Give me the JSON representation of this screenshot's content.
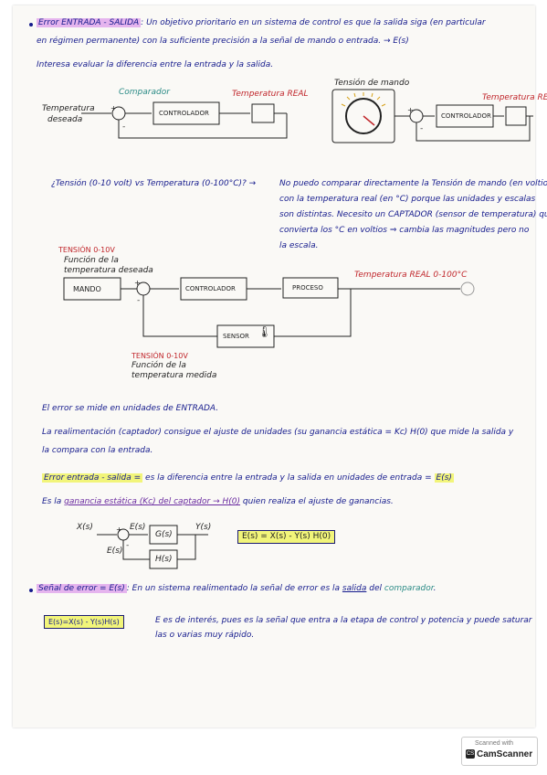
{
  "colors": {
    "ink": "#141a8c",
    "red": "#c0262b",
    "teal": "#2b8b86",
    "purple_highlight": "#e5b4ee",
    "yellow_highlight": "#f2f57a"
  },
  "intro": {
    "term": "Error ENTRADA - SALIDA",
    "line1": ": Un objetivo prioritario en un sistema de control es que la salida siga (en particular",
    "line2": "en régimen permanente) con la suficiente precisión a la señal de mando o entrada. → E(s)",
    "line3": "Interesa evaluar la diferencia entre la entrada y la salida."
  },
  "diagram1": {
    "input_label_1": "Temperatura",
    "input_label_2": "deseada",
    "comparator": "Comparador",
    "controller": "CONTROLADOR",
    "output": "Temperatura REAL",
    "plus": "+",
    "minus": "-"
  },
  "diagram2": {
    "knob_label": "Tensión de mando",
    "controller": "CONTROLADOR",
    "output": "Temperatura REAL",
    "plus": "+",
    "minus": "-"
  },
  "question": {
    "line1_left": "¿Tensión (0-10 volt) vs Temperatura (0-100°C)? →",
    "line1_right": "No puedo comparar directamente la Tensión de mando (en voltios)",
    "line2": "con la temperatura real (en °C) porque las unidades y escalas",
    "line3": "son distintas. Necesito un CAPTADOR (sensor de temperatura) que",
    "line4": "convierta los °C en voltios ⇒ cambia las magnitudes pero no",
    "line5": "la escala."
  },
  "diagram3": {
    "tension_top": "TENSIÓN 0-10V",
    "func1": "Función de la",
    "func2": "temperatura deseada",
    "mando": "MANDO",
    "controller": "CONTROLADOR",
    "process": "PROCESO",
    "output": "Temperatura REAL 0-100°C",
    "sensor": "SENSOR",
    "tension_bottom": "TENSIÓN 0-10V",
    "func3": "Función de la",
    "func4": "temperatura medida",
    "plus": "+",
    "minus": "-"
  },
  "body": {
    "p1": "El error se mide en unidades de ENTRADA.",
    "p2a": "La realimentación (captador) consigue el ajuste de unidades (su ganancia estática = Kc) H(0) que mide la salida y",
    "p2b": "la compara con la entrada.",
    "p3_hl": "Error entrada - salida =",
    "p3": "es la diferencia entre la entrada y la salida en unidades de entrada =",
    "p3_end": "E(s)",
    "p4a": "Es la",
    "p4b": "ganancia estática (Kc) del captador → H(0)",
    "p4c": "quien realiza el ajuste de ganancias."
  },
  "diagram4": {
    "xs": "X(s)",
    "es": "E(s)",
    "gs": "G(s)",
    "ys": "Y(s)",
    "hs": "H(s)",
    "es2": "E(s)",
    "plus": "+",
    "minus": "-",
    "formula": "E(s) = X(s) - Y(s) H(0)"
  },
  "signal": {
    "term": "Señal de error = E(s)",
    "line1": ": En un sistema realimentado la señal de error es la",
    "salida": "salida",
    "del": "del",
    "comparador": "comparador",
    "dot": ".",
    "formula": "E(s)=X(s) - Y(s)H(s)",
    "desc1": "E es de interés, pues es la señal que entra a la etapa de control y potencia y puede saturar",
    "desc2": "las o varias muy rápido."
  },
  "scanner": {
    "scanned_with": "Scanned with",
    "brand": "CamScanner",
    "icon": "CS"
  }
}
